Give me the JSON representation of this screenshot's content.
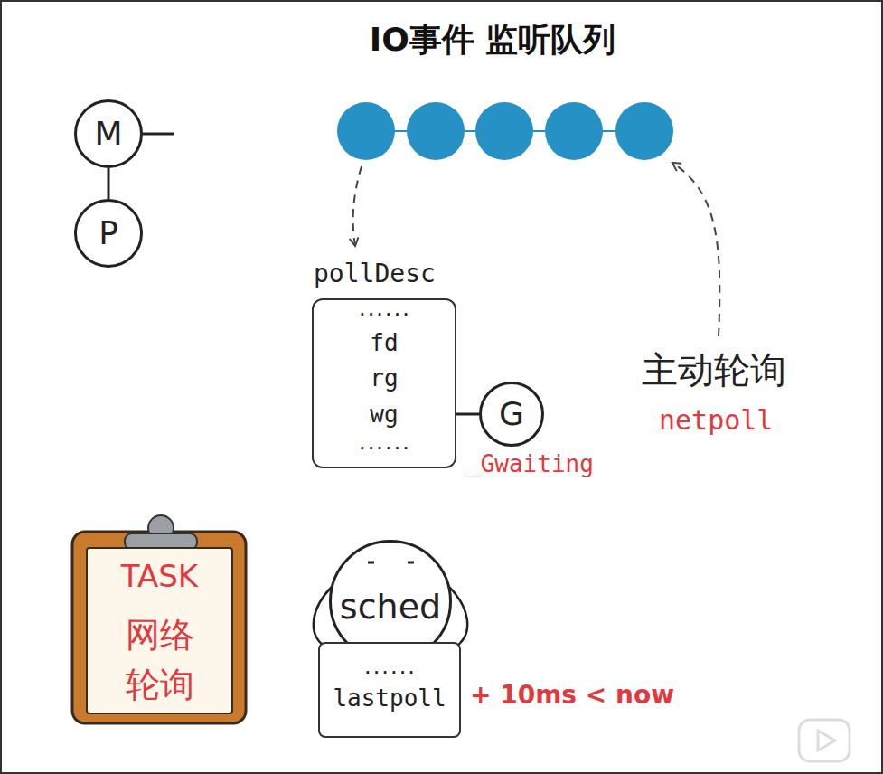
{
  "diagram": {
    "title": "IO事件 监听队列",
    "nodes": [
      {
        "text": [
          "M"
        ]
      },
      {
        "text": [
          "P"
        ]
      },
      {
        "text": [
          "pollDesc",
          "......",
          "fd",
          "rg",
          "wg",
          "......"
        ]
      },
      {
        "text": [
          "G"
        ]
      },
      {
        "text": [
          "TASK",
          "网络 轮询"
        ]
      },
      {
        "text": [
          "sched"
        ]
      },
      {
        "text": [
          "......",
          "lastpoll"
        ]
      }
    ],
    "edges": [
      {
        "from": 0,
        "to": 1,
        "arrow": "none"
      },
      {
        "from": 2,
        "to": 3,
        "arrow": "none"
      }
    ],
    "labels": [
      "_Gwaiting",
      "主动轮询",
      "netpoll",
      "+ 10ms < now"
    ]
  }
}
